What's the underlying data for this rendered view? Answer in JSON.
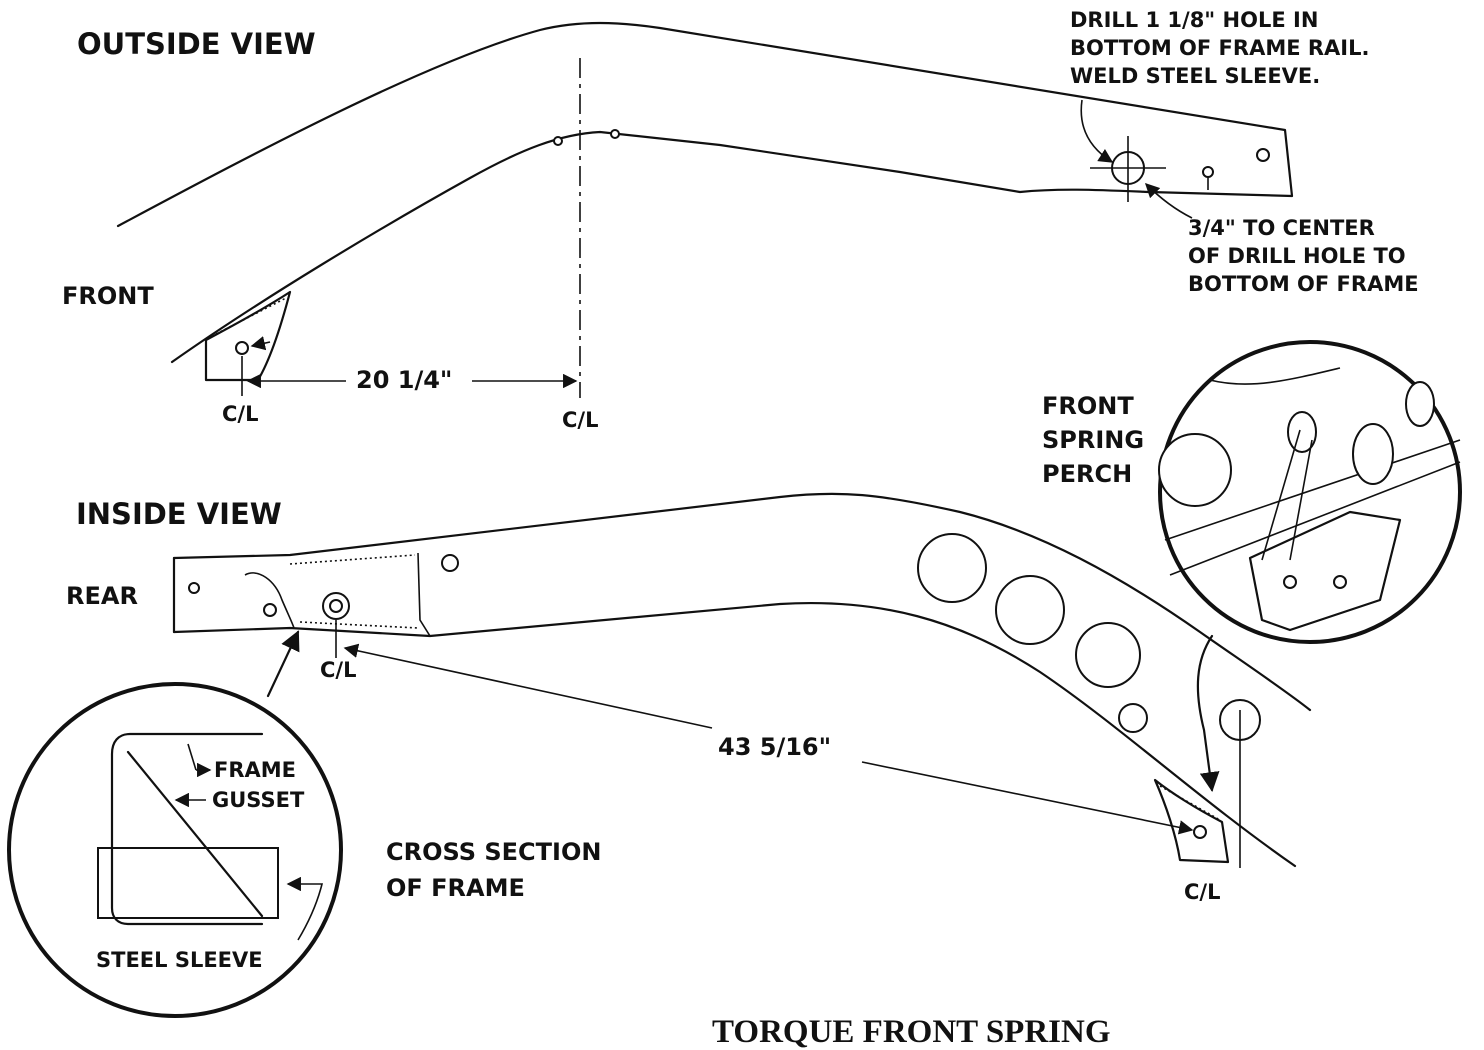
{
  "outside_view": {
    "title": "OUTSIDE VIEW",
    "front_label": "FRONT",
    "cl_front": "C/L",
    "cl_center": "C/L",
    "dimension": "20 1/4\"",
    "drill_note": [
      "DRILL 1 1/8\" HOLE IN",
      "BOTTOM OF FRAME RAIL.",
      "WELD STEEL SLEEVE."
    ],
    "center_note": [
      "3/4\" TO CENTER",
      "OF DRILL HOLE TO",
      "BOTTOM OF FRAME"
    ]
  },
  "inside_view": {
    "title": "INSIDE VIEW",
    "rear_label": "REAR",
    "cl_rear": "C/L",
    "cl_front": "C/L",
    "dimension": "43 5/16\"",
    "perch_label": [
      "FRONT",
      "SPRING",
      "PERCH"
    ]
  },
  "cross_section": {
    "title": [
      "CROSS SECTION",
      "OF FRAME"
    ],
    "frame_label": "FRAME",
    "gusset_label": "GUSSET",
    "sleeve_label": "STEEL SLEEVE"
  },
  "footer": {
    "title": "TORQUE FRONT SPRING"
  }
}
